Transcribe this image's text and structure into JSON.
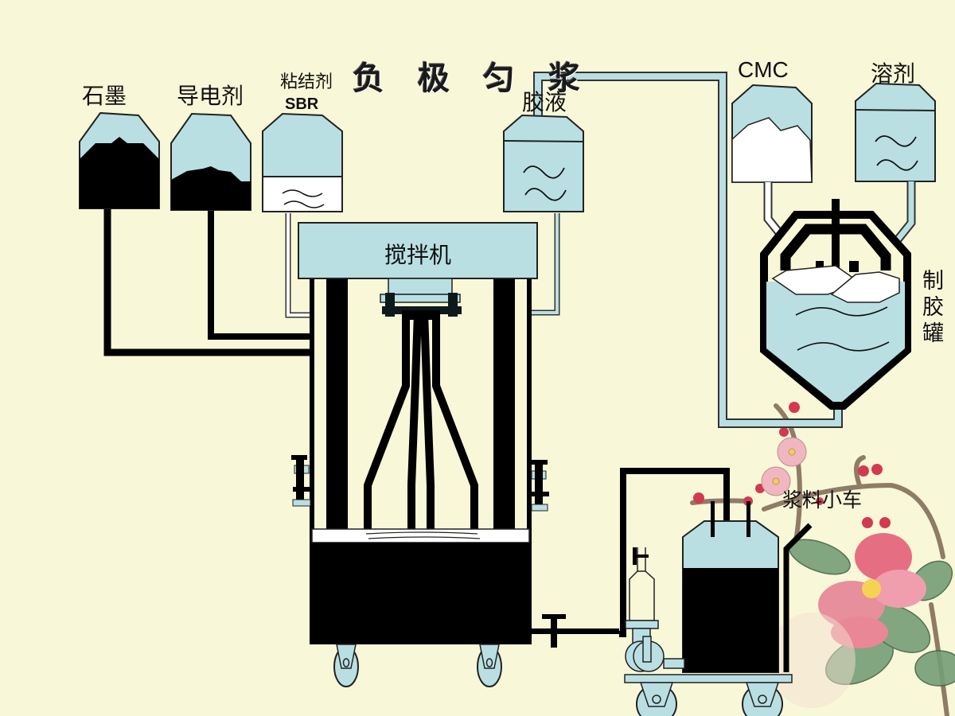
{
  "diagram": {
    "title": "负 极 匀 浆",
    "colors": {
      "background": "#F8F7D8",
      "tank_fill": "#B9DFE3",
      "solid_black": "#000000",
      "white": "#FFFFFF",
      "outline": "#222222"
    },
    "hoppers": [
      {
        "id": "graphite",
        "label": "石墨",
        "content": "black-powder"
      },
      {
        "id": "conductive-agent",
        "label": "导电剂",
        "content": "black-powder"
      },
      {
        "id": "binder",
        "label": "粘结剂",
        "sublabel": "SBR",
        "content": "white-liquid"
      },
      {
        "id": "glue",
        "label": "胶液",
        "content": "blue-liquid"
      },
      {
        "id": "cmc",
        "label": "CMC",
        "content": "white-powder"
      },
      {
        "id": "solvent",
        "label": "溶剂",
        "content": "blue-liquid"
      }
    ],
    "mixer": {
      "label": "搅拌机"
    },
    "glue_tank": {
      "label": "制胶罐"
    },
    "slurry_cart": {
      "label": "浆料小车"
    }
  }
}
